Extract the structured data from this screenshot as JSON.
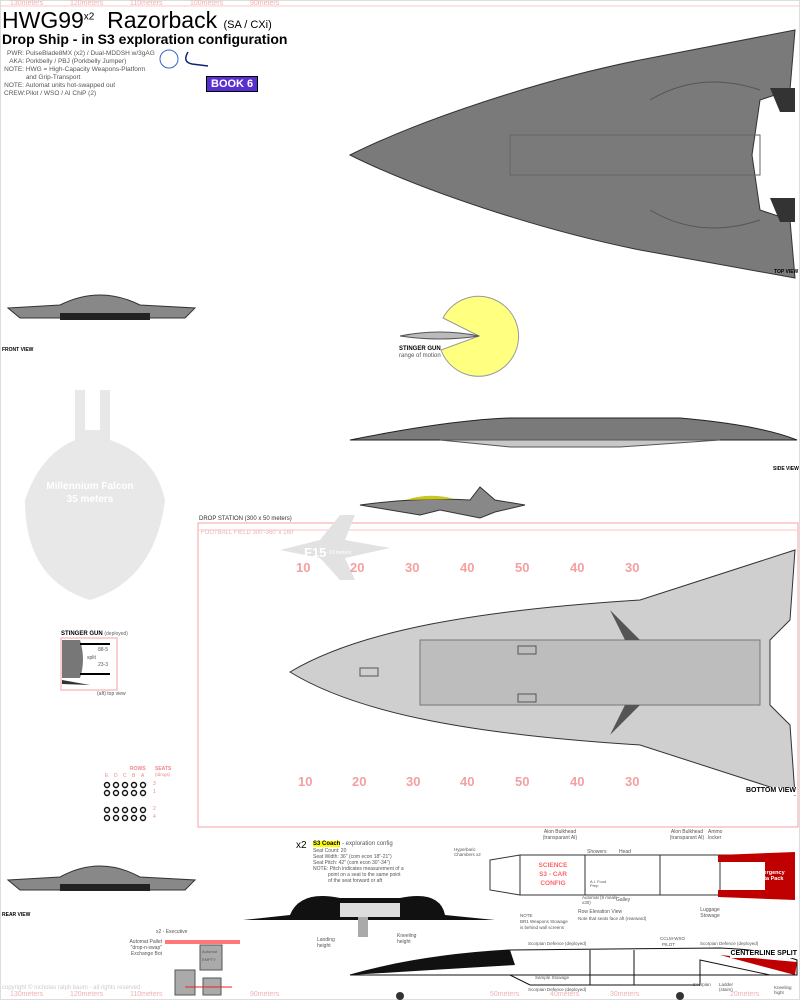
{
  "header": {
    "title_main": "HWG99",
    "title_sup": "x2",
    "title_name": "Razorback",
    "title_variant": "(SA / CXi)",
    "subtitle": "Drop Ship - in S3 exploration configuration",
    "specs": [
      {
        "key": "PWR:",
        "value": "PulseBlade8MX (x2) / Dual-MDDSH w/3gAG"
      },
      {
        "key": "AKA:",
        "value": "Porkbelly / PBJ (Porkbelly Jumper)"
      },
      {
        "key": "NOTE:",
        "value": "HWG = High-Capacity Weapons-Platform"
      },
      {
        "key": "",
        "value": "and Grip-Transport"
      },
      {
        "key": "NOTE:",
        "value": "Automat units hot-swapped out"
      },
      {
        "key": "CREW:",
        "value": "Pilot / WSO / AI ChiP (2)"
      }
    ],
    "book_badge": "BOOK 6",
    "badge_color": "#5a2fd0"
  },
  "scale_top": [
    "130meters",
    "120meters",
    "110meters",
    "100meters",
    "90meters"
  ],
  "scale_bottom": [
    "130meters",
    "120meters",
    "110meters",
    "90meters",
    "50meters",
    "40meters",
    "30meters",
    "20meters"
  ],
  "views": {
    "top": "TOP VIEW",
    "front": "FRONT VIEW",
    "side": "SIDE VIEW",
    "bottom": "BOTTOM VIEW",
    "rear": "REAR VIEW"
  },
  "stinger_pie": {
    "title": "STINGER GUN",
    "caption": "range of motion",
    "color": "#ffff80"
  },
  "falcon": {
    "name": "Millennium Falcon",
    "size": "35 meters"
  },
  "drop_station": {
    "label": "DROP STATION (300 x 50 meters)",
    "field_label": "FOOTBALL FIELD  300'-360' x 160'",
    "f15_name": "F15",
    "f15_size": "- 19 meters",
    "yard_numbers": [
      "10",
      "20",
      "30",
      "40",
      "50",
      "40",
      "30"
    ]
  },
  "stinger_detail": {
    "title": "STINGER GUN",
    "state": "(deployed)",
    "split": "split",
    "val1": "88-5",
    "val2": "23-3",
    "caption": "(aft) top view"
  },
  "seats_grid": {
    "rows_label": "ROWS",
    "seats_label": "SEATS",
    "seats_sub": "(tdmgs)",
    "row_letters": [
      "E",
      "D",
      "C",
      "B",
      "A"
    ],
    "seat_numbers": [
      "3",
      "1",
      "2",
      "4"
    ]
  },
  "coach": {
    "multiplier": "x2",
    "name": "S3 Coach",
    "desc": "- exploration config",
    "lines": [
      "Seat Count:   20",
      "Seat Width:   36\" (com econ 18\"-21\")",
      "Seat Pitch:   42\" (com econ 30\"-34\")",
      "NOTE: Pitch indicates measurement of a",
      "point on a seat to the same point",
      "of the seat forward or aft"
    ],
    "landing": "Landing height",
    "kneeling": "Kneeling height"
  },
  "plan": {
    "hyperbaric": "Hyperbaric Chambers x2",
    "bulkhead1": "Alon Bulkhead (transparant AI)",
    "bulkhead2": "Alon Bulkhead (transparant AI)",
    "ammo": "Ammo locker",
    "science1": "SCIENCE",
    "science2": "S3 - CAR",
    "science3": "CONFIG",
    "showers": "Showers",
    "head": "Head",
    "ai_food": "A.I. Food Prep",
    "automat": "Automat (9 meals x30)",
    "galley": "Galley",
    "emergency": "Emergency Porta Pack",
    "luggage": "Luggage Stowage",
    "row_elev": "Row Elevation View",
    "row_elev_note": "Note that seats face aft (rearward)",
    "note1": "NOTE",
    "note2": "BR1 Weapons Stowage",
    "note3": "is behind wall screens",
    "accent": "#c00000"
  },
  "section": {
    "scorpion_top": "Scorpian Defence (deployed)",
    "scorpion_right": "Scorpian Defence (deployed)",
    "scorpion_bottom": "Scorpian Defence (deployed)",
    "cclm": "CCLM-WSO",
    "pilot": "PILOT",
    "centerline": "CENTERLINE SPLIT",
    "sample": "Sample Stowage",
    "scorpian": "Scorpian",
    "ladder": "Ladder (stairs)",
    "kneeling": "Kneeling hight"
  },
  "executive": {
    "title": "x2 - Executive",
    "l1": "Automat  Pallet",
    "l2": "\"drop-n-swap\"",
    "l3": "Exchange Bot",
    "box1": "Automat",
    "box2": "EMPTY"
  },
  "copyright": "copyright © nicholas ralph baum - all rights reserved"
}
